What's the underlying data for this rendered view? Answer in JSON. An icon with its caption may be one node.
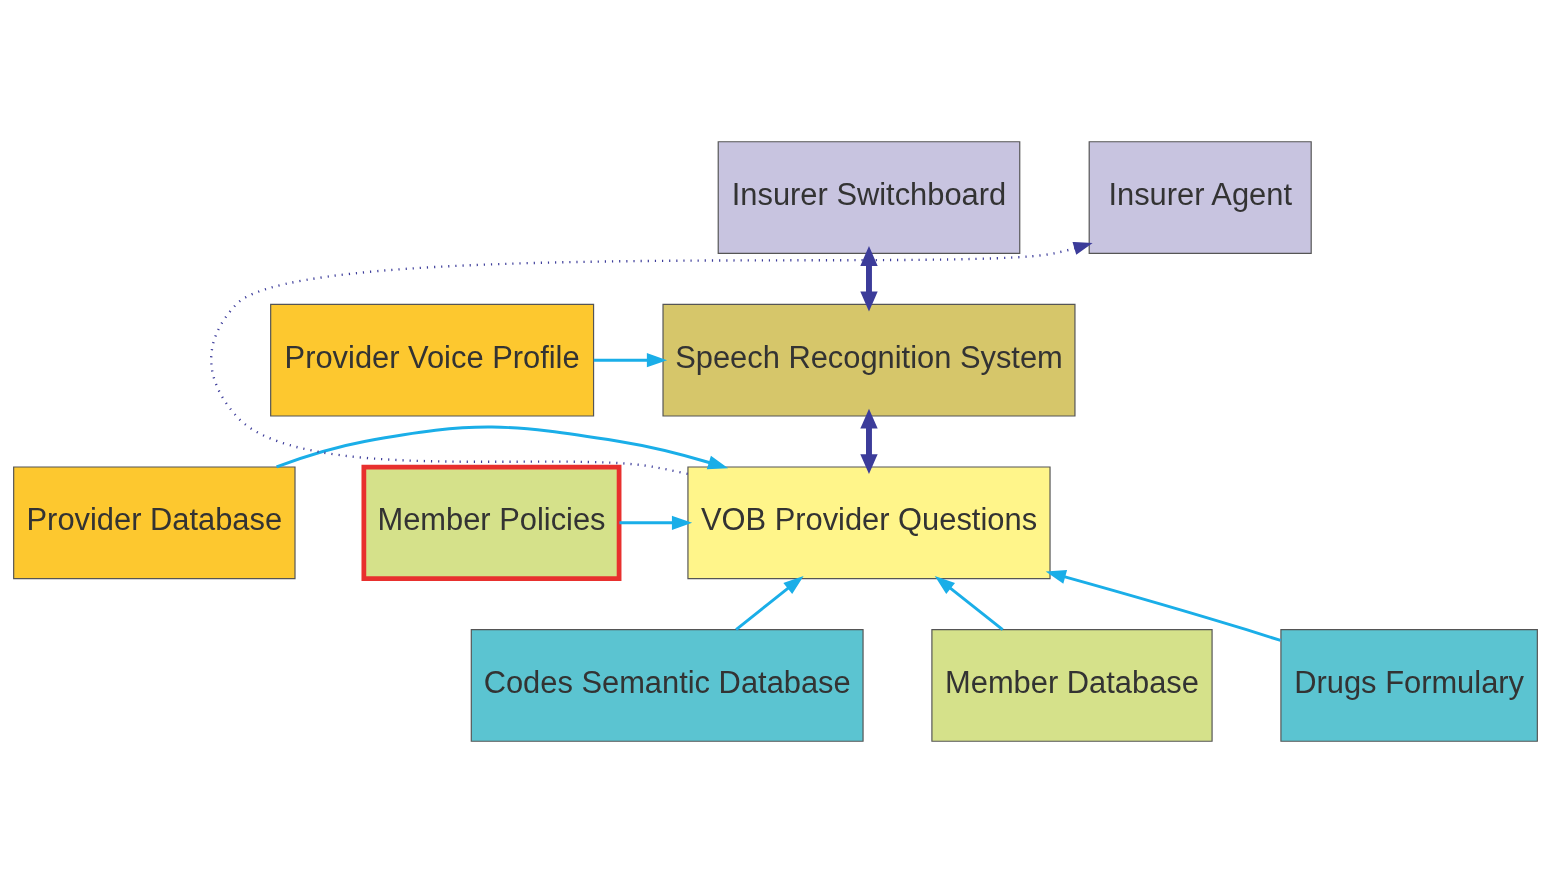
{
  "diagram": {
    "nodes": [
      {
        "text": [
          "Insurer Switchboard"
        ]
      },
      {
        "text": [
          "Insurer Agent"
        ]
      },
      {
        "text": [
          "Provider Voice Profile"
        ]
      },
      {
        "text": [
          "Speech Recognition System"
        ]
      },
      {
        "text": [
          "Provider Database"
        ]
      },
      {
        "text": [
          "VOB Provider Questions"
        ]
      },
      {
        "text": [
          "Member Policies"
        ]
      },
      {
        "text": [
          "Codes Semantic Database"
        ]
      },
      {
        "text": [
          "Member Database"
        ]
      },
      {
        "text": [
          "Drugs Formulary"
        ]
      }
    ],
    "edges": [
      {
        "from": 0,
        "to": 3,
        "arrow": "both",
        "style": "thick",
        "color": "#3c3c9a"
      },
      {
        "from": 2,
        "to": 3,
        "arrow": "to"
      },
      {
        "from": 3,
        "to": 5,
        "arrow": "both",
        "style": "thick",
        "color": "#3c3c9a"
      },
      {
        "from": 5,
        "to": 1,
        "arrow": "to",
        "style": "dashed",
        "color": "#3c3c9a"
      },
      {
        "from": 4,
        "to": 5,
        "arrow": "to"
      },
      {
        "from": 6,
        "to": 5,
        "arrow": "to"
      },
      {
        "from": 7,
        "to": 5,
        "arrow": "to"
      },
      {
        "from": 8,
        "to": 5,
        "arrow": "to"
      },
      {
        "from": 9,
        "to": 5,
        "arrow": "to"
      }
    ]
  }
}
